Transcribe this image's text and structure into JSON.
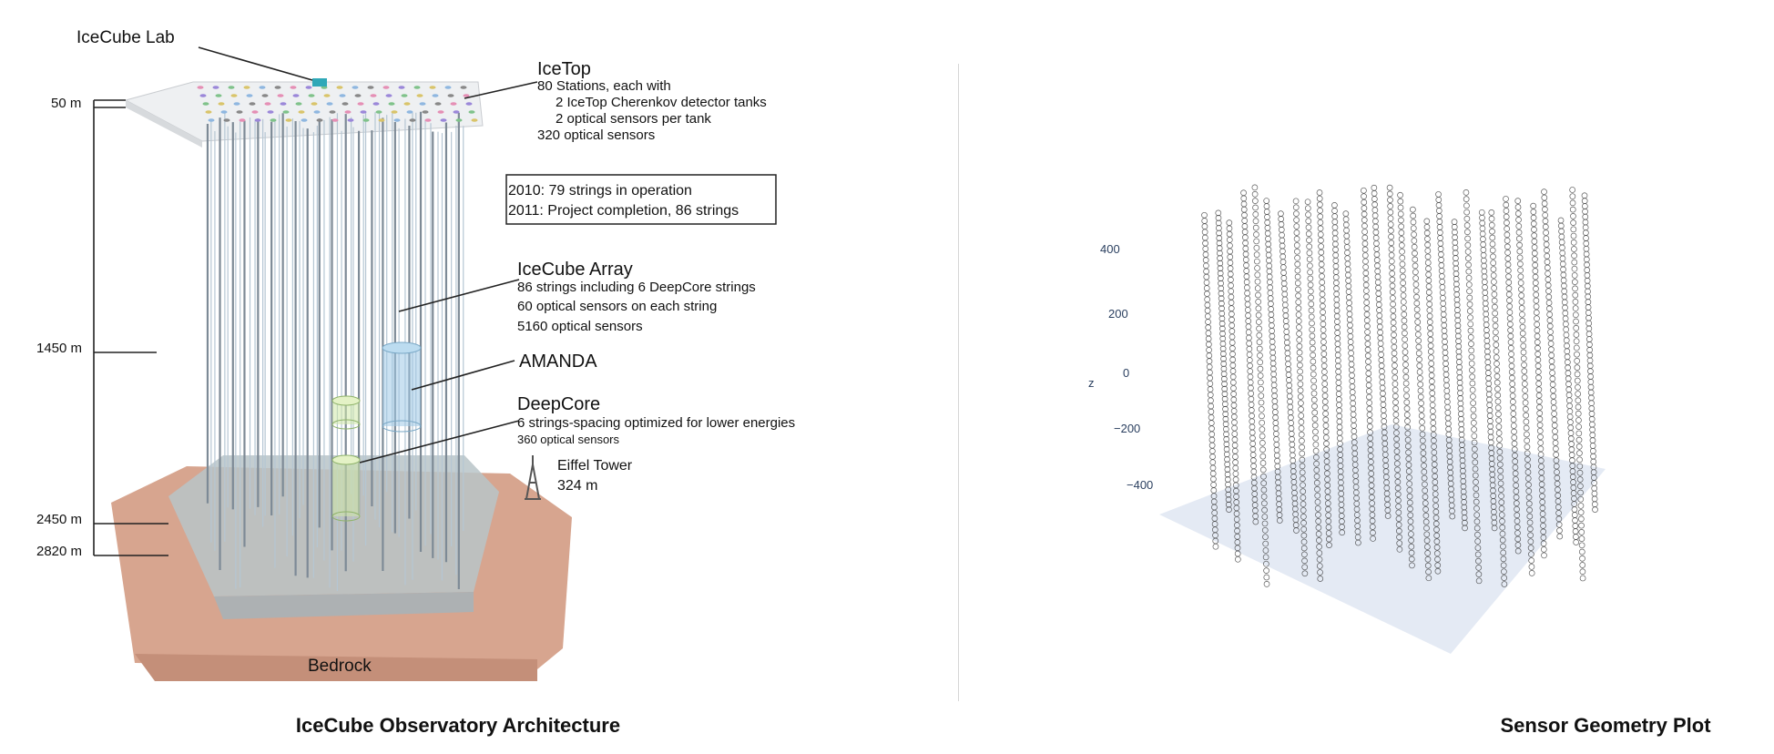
{
  "left_panel": {
    "caption": "IceCube Observatory Architecture",
    "labels": {
      "icecube_lab": "IceCube Lab",
      "icetop_title": "IceTop",
      "icetop_line1": "80 Stations, each with",
      "icetop_line2": "2 IceTop Cherenkov detector tanks",
      "icetop_line3": "2 optical sensors per tank",
      "icetop_line4": "320 optical sensors",
      "box_line1": "2010: 79 strings in operation",
      "box_line2": "2011: Project completion, 86 strings",
      "array_title": "IceCube Array",
      "array_line1": "86 strings including 6 DeepCore strings",
      "array_line2": "60 optical sensors on each string",
      "array_line3": "5160 optical sensors",
      "amanda": "AMANDA",
      "deepcore_title": "DeepCore",
      "deepcore_line1": "6 strings-spacing optimized for lower energies",
      "deepcore_line2": "360 optical sensors",
      "eiffel_line1": "Eiffel Tower",
      "eiffel_line2": "324 m",
      "bedrock": "Bedrock"
    },
    "depths": {
      "d50": "50 m",
      "d1450": "1450 m",
      "d2450": "2450 m",
      "d2820": "2820 m"
    }
  },
  "right_panel": {
    "caption": "Sensor Geometry Plot",
    "axis_title": "z",
    "z_ticks": [
      "400",
      "200",
      "0",
      "−200",
      "−400"
    ]
  },
  "colors": {
    "ground": "#d7a58f",
    "ground_dark": "#c48f79",
    "ice_plane": "#e4eaf4",
    "tick_text": "#2a3f5f"
  }
}
